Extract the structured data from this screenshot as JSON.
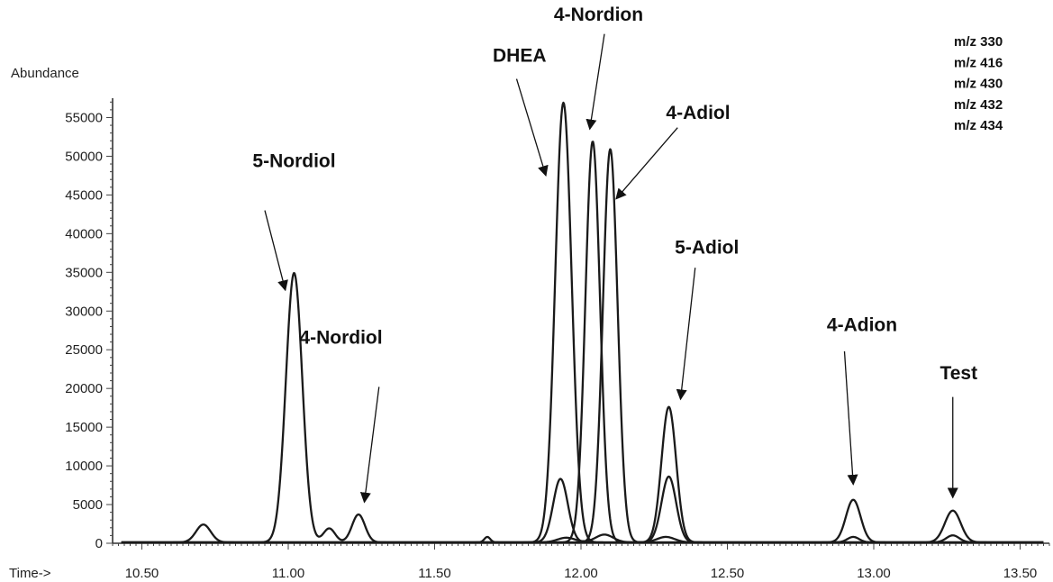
{
  "chart_data": {
    "type": "line",
    "ylabel": "Abundance",
    "xlabel": "Time->",
    "xlim": [
      10.4,
      13.6
    ],
    "ylim": [
      0,
      57500
    ],
    "x_ticks": [
      10.5,
      11.0,
      11.5,
      12.0,
      12.5,
      13.0,
      13.5
    ],
    "x_tick_labels": [
      "10.50",
      "11.00",
      "11.50",
      "12.00",
      "12.50",
      "13.00",
      "13.50"
    ],
    "y_ticks": [
      0,
      5000,
      10000,
      15000,
      20000,
      25000,
      30000,
      35000,
      40000,
      45000,
      50000,
      55000
    ],
    "y_tick_labels": [
      "0",
      "5000",
      "10000",
      "15000",
      "20000",
      "25000",
      "30000",
      "35000",
      "40000",
      "45000",
      "50000",
      "55000"
    ],
    "legend_labels": [
      "m/z 330",
      "m/z 416",
      "m/z 430",
      "m/z 432",
      "m/z 434"
    ],
    "series": [
      {
        "name": "m/z 330",
        "peaks": [
          {
            "x": 10.71,
            "height": 2300,
            "width": 0.025
          },
          {
            "x": 11.02,
            "height": 34800,
            "width": 0.028
          },
          {
            "x": 11.14,
            "height": 1800,
            "width": 0.02
          },
          {
            "x": 11.24,
            "height": 3600,
            "width": 0.022
          },
          {
            "x": 11.68,
            "height": 700,
            "width": 0.01
          },
          {
            "x": 11.94,
            "height": 56800,
            "width": 0.028
          },
          {
            "x": 12.3,
            "height": 17500,
            "width": 0.025
          },
          {
            "x": 12.93,
            "height": 5500,
            "width": 0.025
          },
          {
            "x": 13.27,
            "height": 4100,
            "width": 0.027
          }
        ]
      },
      {
        "name": "m/z 416",
        "peaks": [
          {
            "x": 11.93,
            "height": 8200,
            "width": 0.025
          },
          {
            "x": 12.3,
            "height": 8500,
            "width": 0.025
          },
          {
            "x": 12.93,
            "height": 700,
            "width": 0.02
          },
          {
            "x": 13.27,
            "height": 900,
            "width": 0.022
          }
        ]
      },
      {
        "name": "m/z 430",
        "peaks": [
          {
            "x": 12.04,
            "height": 51800,
            "width": 0.025
          }
        ]
      },
      {
        "name": "m/z 432",
        "peaks": [
          {
            "x": 12.1,
            "height": 50800,
            "width": 0.025
          }
        ]
      },
      {
        "name": "m/z 434",
        "peaks": [
          {
            "x": 11.95,
            "height": 600,
            "width": 0.03
          },
          {
            "x": 12.08,
            "height": 1000,
            "width": 0.03
          },
          {
            "x": 12.29,
            "height": 700,
            "width": 0.03
          }
        ]
      }
    ],
    "annotations": [
      {
        "text": "5-Nordiol",
        "text_x": 11.02,
        "text_y": 48600,
        "arrow_from": [
          10.92,
          43000
        ],
        "arrow_to": [
          10.99,
          32700
        ]
      },
      {
        "text": "4-Nordiol",
        "text_x": 11.18,
        "text_y": 25800,
        "arrow_from": [
          11.31,
          20200
        ],
        "arrow_to": [
          11.26,
          5300
        ]
      },
      {
        "text": "DHEA",
        "text_x": 11.79,
        "text_y": 62200,
        "arrow_from": [
          11.78,
          60000
        ],
        "arrow_to": [
          11.88,
          47500
        ]
      },
      {
        "text": "4-Nordion",
        "text_x": 12.06,
        "text_y": 67500,
        "arrow_from": [
          12.08,
          65800
        ],
        "arrow_to": [
          12.03,
          53500
        ]
      },
      {
        "text": "4-Adiol",
        "text_x": 12.4,
        "text_y": 54800,
        "arrow_from": [
          12.33,
          53700
        ],
        "arrow_to": [
          12.12,
          44500
        ]
      },
      {
        "text": "5-Adiol",
        "text_x": 12.43,
        "text_y": 37400,
        "arrow_from": [
          12.39,
          35600
        ],
        "arrow_to": [
          12.34,
          18600
        ]
      },
      {
        "text": "4-Adion",
        "text_x": 12.96,
        "text_y": 27400,
        "arrow_from": [
          12.9,
          24800
        ],
        "arrow_to": [
          12.93,
          7600
        ]
      },
      {
        "text": "Test",
        "text_x": 13.29,
        "text_y": 21200,
        "arrow_from": [
          13.27,
          18900
        ],
        "arrow_to": [
          13.27,
          5900
        ]
      }
    ]
  }
}
